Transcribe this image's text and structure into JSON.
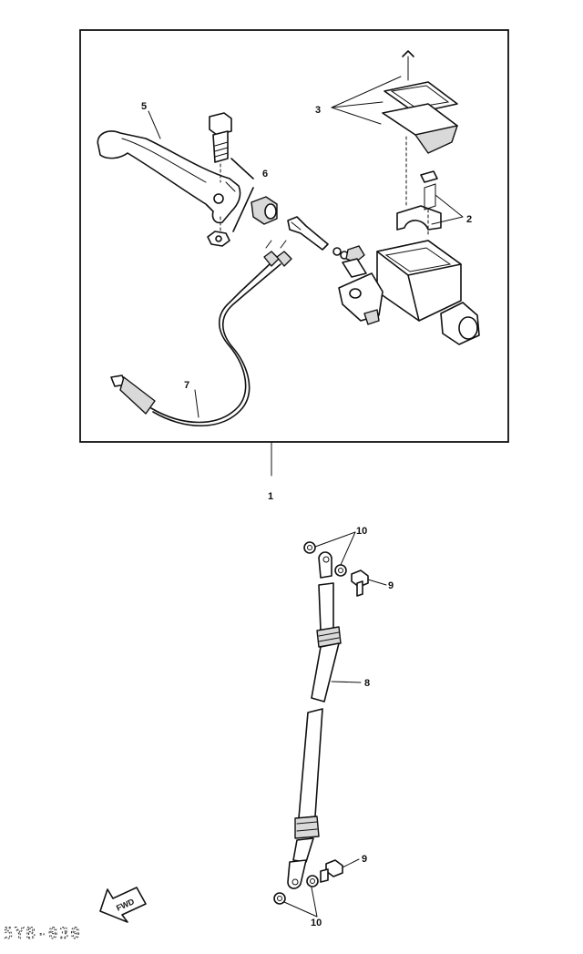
{
  "callouts": {
    "c1": "1",
    "c2": "2",
    "c3": "3",
    "c5": "5",
    "c6": "6",
    "c7": "7",
    "c8": "8",
    "c9a": "9",
    "c9b": "9",
    "c10a": "10",
    "c10b": "10"
  },
  "direction_label": "FWD",
  "diagram_code": "5YB-030"
}
